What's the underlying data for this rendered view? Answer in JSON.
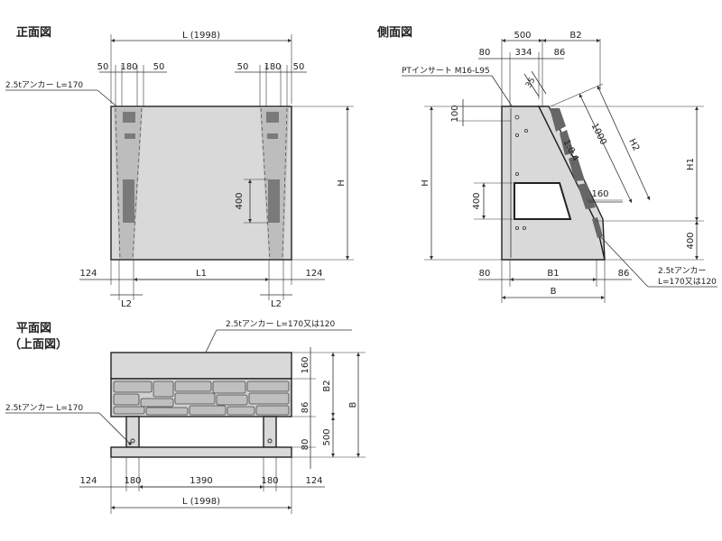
{
  "views": {
    "front": {
      "title": "正面図"
    },
    "side": {
      "title": "側面図"
    },
    "plan": {
      "title": "平面図",
      "subtitle": "（上面図）"
    }
  },
  "front": {
    "L_total": "L (1998)",
    "d50a": "50",
    "d180a": "180",
    "d50b": "50",
    "d50c": "50",
    "d180b": "180",
    "d50d": "50",
    "anchor": "2.5tアンカー L=170",
    "H": "H",
    "d400": "400",
    "d124a": "124",
    "L1": "L1",
    "d124b": "124",
    "L2a": "L2",
    "L2b": "L2"
  },
  "side": {
    "d500": "500",
    "B2": "B2",
    "d80": "80",
    "d334": "334",
    "d86": "86",
    "pt": "PTインサート M16-L95",
    "d35": "35",
    "d100": "100",
    "H": "H",
    "d1000": "1000",
    "ratio": "1:0.4",
    "H2": "H2",
    "H1": "H1",
    "d400a": "400",
    "d160": "160",
    "d400b": "400",
    "d80b": "80",
    "B1": "B1",
    "d86b": "86",
    "B": "B",
    "anchor1": "2.5tアンカー",
    "anchor2": "L=170又は120"
  },
  "plan": {
    "anchor_top": "2.5tアンカー L=170又は120",
    "anchor_left": "2.5tアンカー L=170",
    "d160": "160",
    "B2": "B2",
    "B": "B",
    "d86": "86",
    "d500": "500",
    "d80": "80",
    "d124a": "124",
    "d180a": "180",
    "d1390": "1390",
    "d180b": "180",
    "d124b": "124",
    "L_total": "L (1998)"
  }
}
